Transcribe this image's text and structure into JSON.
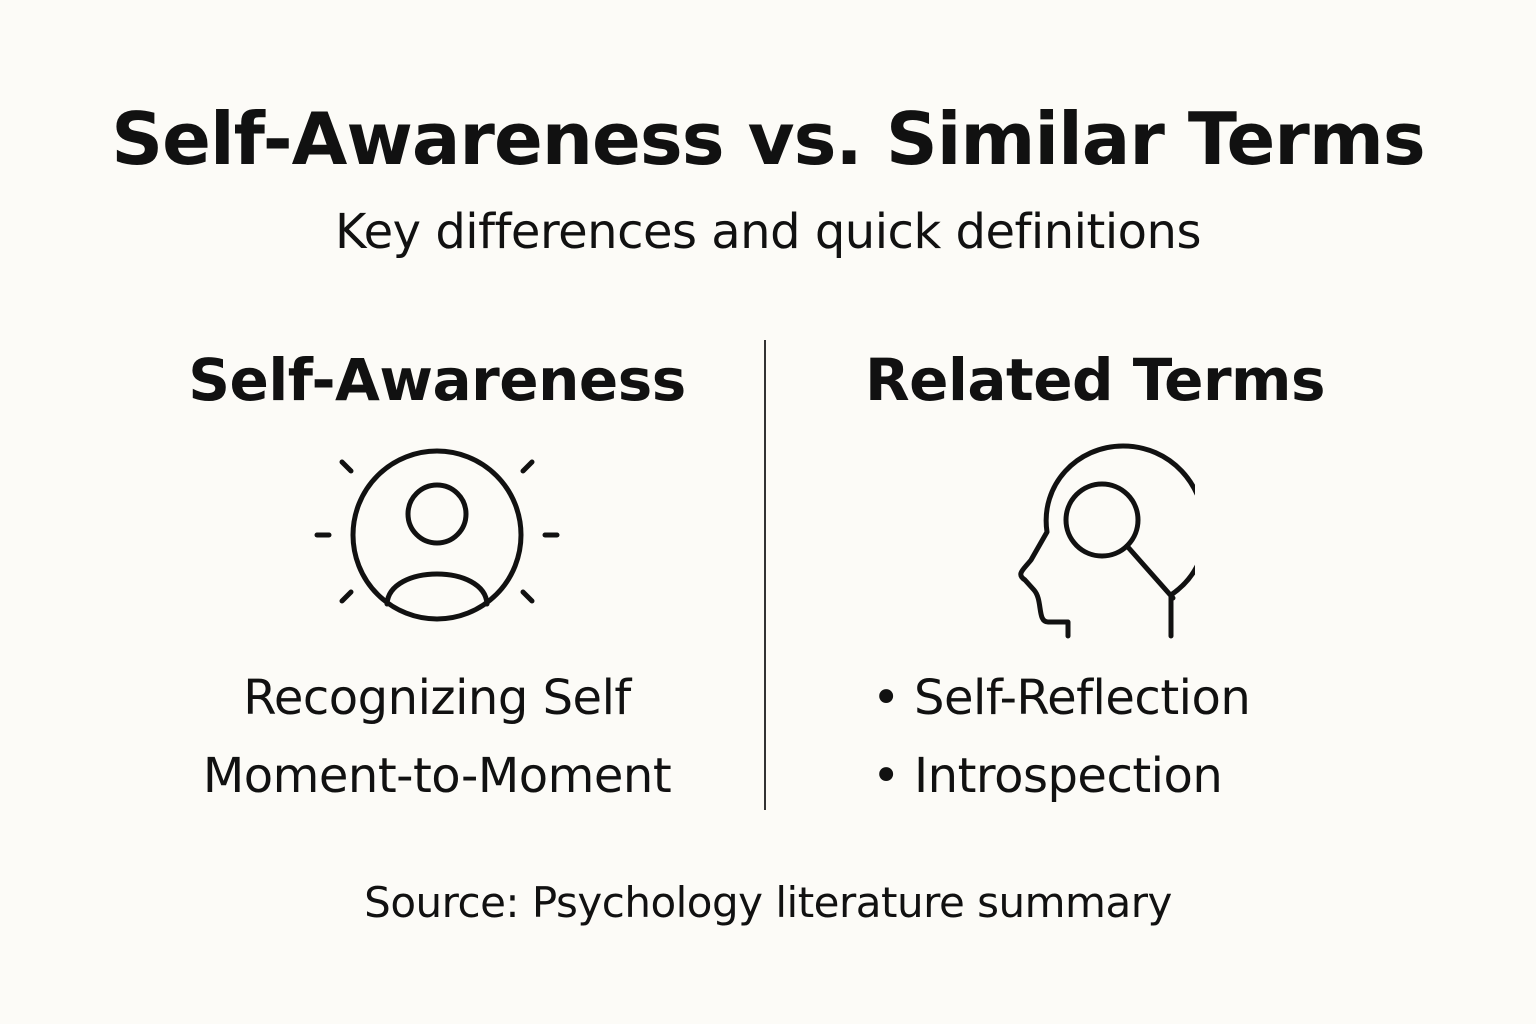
{
  "header": {
    "title": "Self-Awareness vs. Similar Terms",
    "subtitle": "Key differences and quick definitions"
  },
  "left": {
    "heading": "Self-Awareness",
    "icon": "person-in-circle-icon",
    "lines": [
      "Recognizing Self",
      "Moment-to-Moment"
    ]
  },
  "right": {
    "heading": "Related Terms",
    "icon": "head-magnifier-icon",
    "bullet": "•",
    "terms": [
      "Self-Reflection",
      "Introspection"
    ]
  },
  "footer": {
    "source": "Source: Psychology literature summary"
  },
  "colors": {
    "background": "#fcfbf7",
    "ink": "#111111"
  }
}
